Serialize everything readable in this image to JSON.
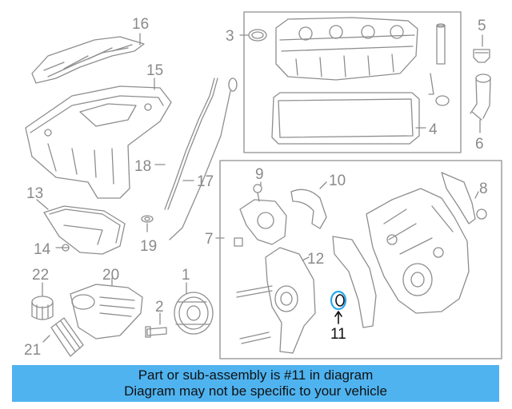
{
  "diagram": {
    "callouts": [
      "1",
      "2",
      "3",
      "4",
      "5",
      "6",
      "7",
      "8",
      "9",
      "10",
      "11",
      "12",
      "13",
      "14",
      "15",
      "16",
      "17",
      "18",
      "19",
      "20",
      "21",
      "22"
    ],
    "highlighted_callout": "11",
    "highlight_color": "#2aa7ee"
  },
  "banner": {
    "line1": "Part or sub-assembly is #11 in diagram",
    "line2": "Diagram may not be specific to your vehicle",
    "background": "#4fb3f0"
  }
}
